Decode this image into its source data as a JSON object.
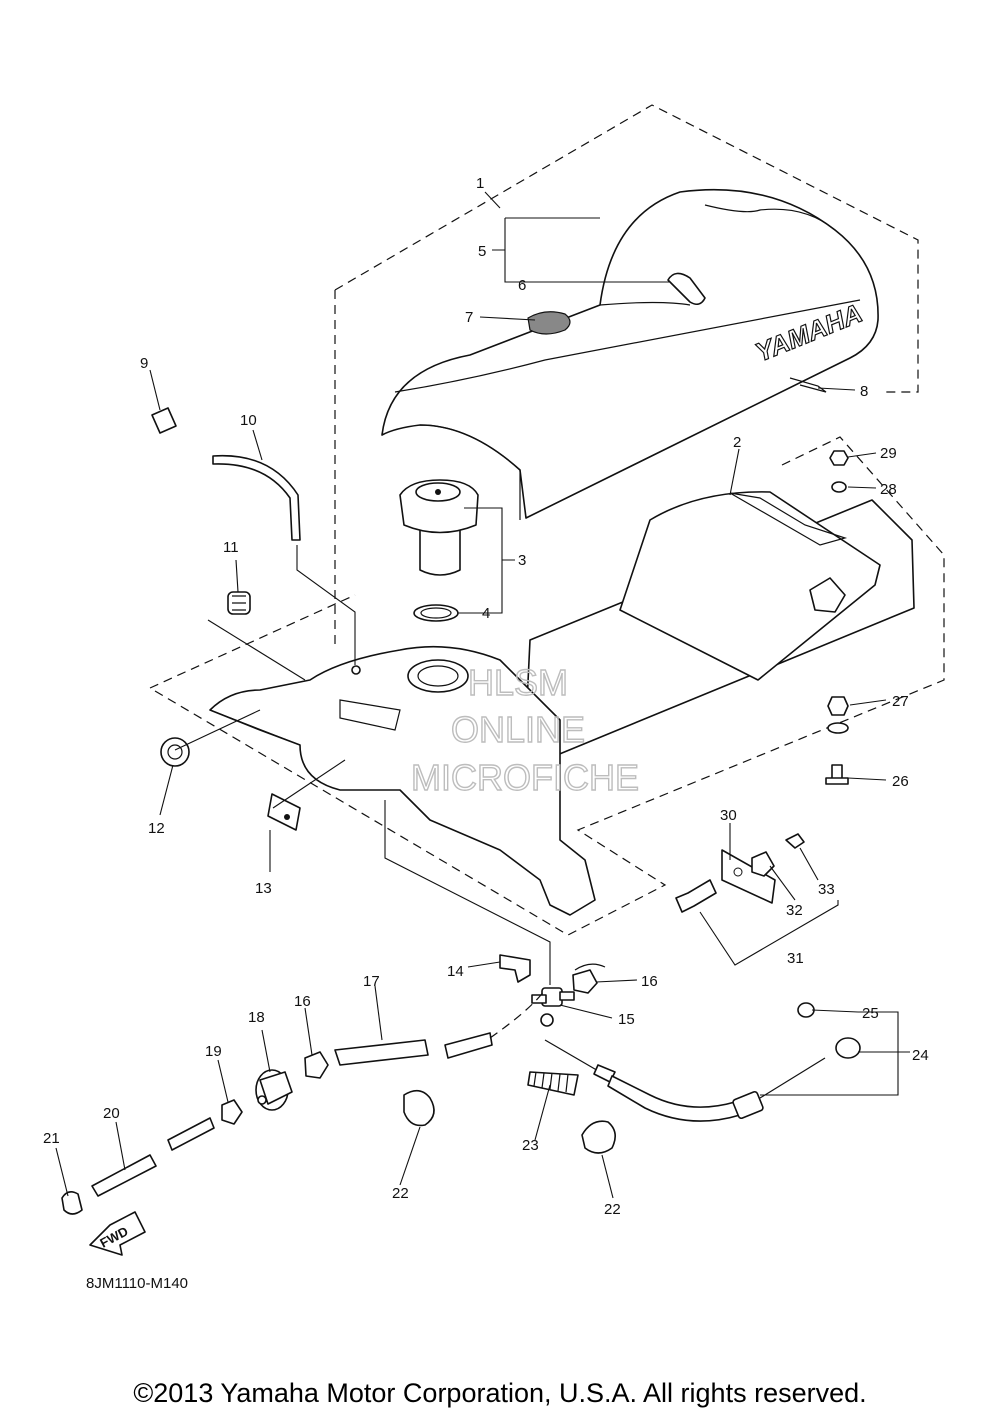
{
  "diagram": {
    "part_code": "8JM1110-M140",
    "copyright": "©2013 Yamaha Motor Corporation, U.S.A. All rights reserved.",
    "brand_mark": "YAMAHA",
    "direction_arrow": "FWD",
    "watermark": [
      "HLSM",
      "ONLINE",
      "MICROFICHE"
    ],
    "callouts": {
      "c1": "1",
      "c2": "2",
      "c3": "3",
      "c4": "4",
      "c5": "5",
      "c6": "6",
      "c7": "7",
      "c8": "8",
      "c9": "9",
      "c10": "10",
      "c11": "11",
      "c12": "12",
      "c13": "13",
      "c14": "14",
      "c15": "15",
      "c16a": "16",
      "c16b": "16",
      "c17": "17",
      "c18": "18",
      "c19": "19",
      "c20": "20",
      "c21": "21",
      "c22a": "22",
      "c22b": "22",
      "c23": "23",
      "c24": "24",
      "c25": "25",
      "c26": "26",
      "c27": "27",
      "c28": "28",
      "c29": "29",
      "c30": "30",
      "c31": "31",
      "c32": "32",
      "c33": "33"
    }
  }
}
